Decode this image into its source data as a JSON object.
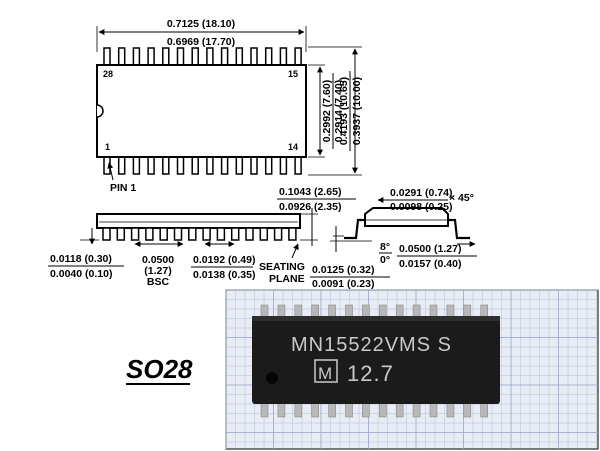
{
  "drawing": {
    "top_view": {
      "length_max": "0.7125 (18.10)",
      "length_min": "0.6969 (17.70)",
      "body_width_max": "0.2992 (7.60)",
      "body_width_min": "0.2914 (7.40)",
      "overall_width_max": "0.4193 (10.65)",
      "overall_width_min": "0.3937 (10.00)",
      "pin_28": "28",
      "pin_15": "15",
      "pin_1": "1",
      "pin_14": "14",
      "pin1_label": "PIN 1"
    },
    "side_view": {
      "height_max": "0.1043 (2.65)",
      "height_min": "0.0926 (2.35)",
      "standoff_max": "0.0118 (0.30)",
      "standoff_min": "0.0040 (0.10)",
      "pitch_in": "0.0500",
      "pitch_mm": "(1.27)",
      "pitch_note": "BSC",
      "lead_width_max": "0.0192 (0.49)",
      "lead_width_min": "0.0138 (0.35)",
      "seating_line1": "SEATING",
      "seating_line2": "PLANE"
    },
    "end_view": {
      "chamfer_max": "0.0291 (0.74)",
      "chamfer_min": "0.0098 (0.25)",
      "chamfer_angle": "× 45°",
      "angle_max": "8°",
      "angle_min": "0°",
      "lead_thick_max": "0.0125 (0.32)",
      "lead_thick_min": "0.0091 (0.23)",
      "foot_max": "0.0500 (1.27)",
      "foot_min": "0.0157 (0.40)"
    }
  },
  "package_label": "SO28",
  "photo": {
    "marking_line1": "MN15522VMS  S",
    "marking_logo": "M",
    "marking_line2": "12.7"
  },
  "colors": {
    "grid_bg": "#e8ecf4",
    "grid_line": "#9aa6c8",
    "chip_body": "#1b1b1b",
    "lead": "#b8b8b8"
  }
}
